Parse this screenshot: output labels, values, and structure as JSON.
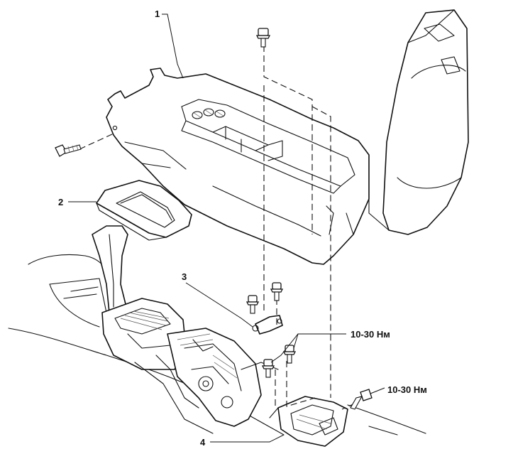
{
  "callouts": {
    "c1": "1",
    "c2": "2",
    "c3": "3",
    "c4": "4"
  },
  "torque": {
    "t1": "10-30 Нм",
    "t2": "10-30 Нм"
  },
  "colors": {
    "line": "#111111",
    "background": "#ffffff"
  }
}
